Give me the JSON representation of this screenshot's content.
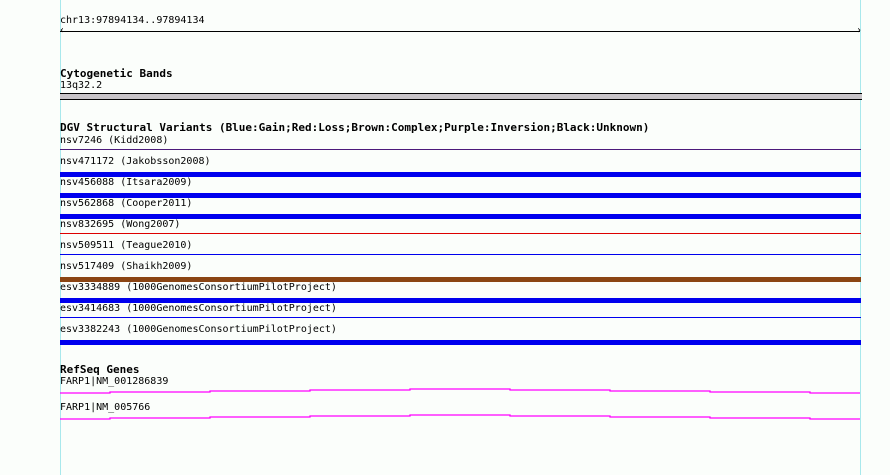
{
  "location": "chr13:97894134..97894134",
  "cytoband": {
    "title": "Cytogenetic Bands",
    "band": "13q32.2"
  },
  "dgv": {
    "title": "DGV Structural Variants (Blue:Gain;Red:Loss;Brown:Complex;Purple:Inversion;Black:Unknown)",
    "variants": [
      {
        "label": "nsv7246 (Kidd2008)",
        "color": "#4b1a7a",
        "thick": false
      },
      {
        "label": "nsv471172 (Jakobsson2008)",
        "color": "#0000ee",
        "thick": true
      },
      {
        "label": "nsv456088 (Itsara2009)",
        "color": "#0000ee",
        "thick": true
      },
      {
        "label": "nsv562868 (Cooper2011)",
        "color": "#0000ee",
        "thick": true
      },
      {
        "label": "nsv832695 (Wong2007)",
        "color": "#dd0000",
        "thick": false
      },
      {
        "label": "nsv509511 (Teague2010)",
        "color": "#0000ee",
        "thick": false
      },
      {
        "label": "nsv517409 (Shaikh2009)",
        "color": "#8b4513",
        "thick": true
      },
      {
        "label": "esv3334889 (1000GenomesConsortiumPilotProject)",
        "color": "#0000ee",
        "thick": true
      },
      {
        "label": "esv3414683 (1000GenomesConsortiumPilotProject)",
        "color": "#0000ee",
        "thick": false
      },
      {
        "label": "esv3382243 (1000GenomesConsortiumPilotProject)",
        "color": "#0000ee",
        "thick": true
      }
    ]
  },
  "refseq": {
    "title": "RefSeq Genes",
    "genes": [
      {
        "label": "FARP1|NM_001286839",
        "color": "#ff00ff"
      },
      {
        "label": "FARP1|NM_005766",
        "color": "#ff00ff"
      }
    ]
  }
}
